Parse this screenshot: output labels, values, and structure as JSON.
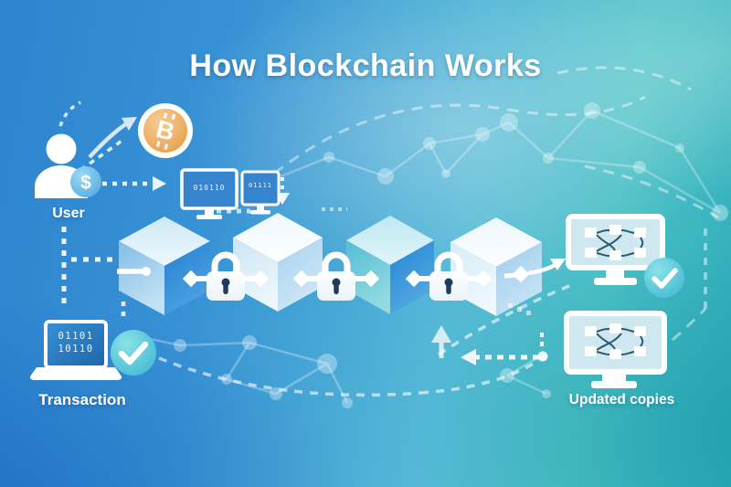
{
  "title": "How Blockchain Works",
  "user": {
    "label": "User",
    "badge_symbol": "$"
  },
  "bitcoin": {
    "symbol": "B"
  },
  "top_monitors": [
    {
      "binary": "010110"
    },
    {
      "binary": "01111"
    }
  ],
  "transaction": {
    "label": "Transaction",
    "binary_lines": [
      "01101",
      "10110"
    ]
  },
  "updated_copies": {
    "label": "Updated copies"
  },
  "blockchain": {
    "block_count": 4,
    "lock_count": 3
  },
  "colors": {
    "bg_blue": "#2e84d0",
    "bg_teal": "#2fadbb",
    "bg_light_band": "#8ad8dc",
    "bitcoin_orange": "#eca04e",
    "dollar_badge_blue": "#5fb2e5",
    "check_teal": "#47c0d6",
    "block_blue_face": "#2e86d5",
    "block_teal_face": "#63c4d8",
    "lock_keyhole_navy": "#1d3c5e",
    "monitor_screen_blue": "#3584cd",
    "node_diagram_line": "#2b5a6e",
    "text_white": "#ffffff"
  }
}
